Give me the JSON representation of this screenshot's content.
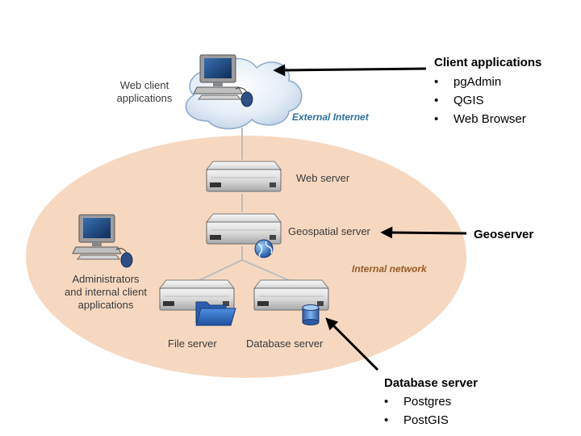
{
  "labels": {
    "web_client": [
      "Web client",
      "applications"
    ],
    "external_internet": "External Internet",
    "web_server": "Web server",
    "geospatial_server": "Geospatial server",
    "internal_network": "Internal network",
    "administrators": [
      "Administrators",
      "and internal client",
      "applications"
    ],
    "file_server": "File server",
    "database_server": "Database server"
  },
  "callouts": {
    "client": {
      "title": "Client applications",
      "items": [
        "pgAdmin",
        "QGIS",
        "Web Browser"
      ]
    },
    "geoserver": {
      "title": "Geoserver"
    },
    "database": {
      "title": "Database server",
      "items": [
        "Postgres",
        "PostGIS"
      ]
    }
  },
  "bullet_char": "•",
  "colors": {
    "network_fill": "#f6d8c0",
    "external_internet_text": "#2f6f9a",
    "internal_network_text": "#9a5a2a",
    "arrow": "#000000"
  },
  "icons": [
    "workstation-icon",
    "cloud-icon",
    "server-icon",
    "globe-icon",
    "folder-icon",
    "database-icon",
    "arrow-icon"
  ]
}
